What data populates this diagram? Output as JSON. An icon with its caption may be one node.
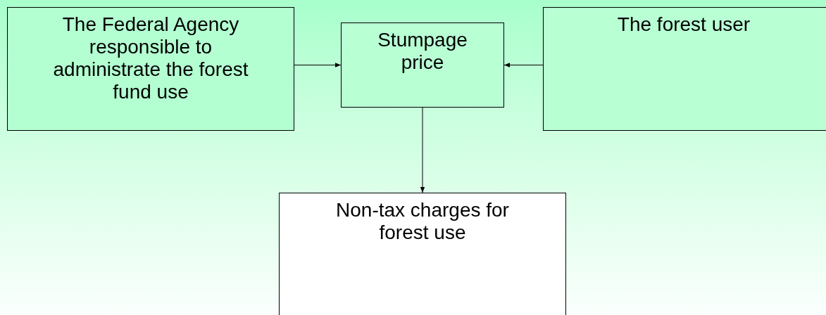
{
  "diagram": {
    "nodes": [
      {
        "text": [
          "The Federal Agency responsible to administrate the forest fund use"
        ]
      },
      {
        "text": [
          "Stumpage price"
        ]
      },
      {
        "text": [
          "The forest user"
        ]
      },
      {
        "text": [
          "Non-tax charges for forest use"
        ]
      }
    ],
    "edges": [
      {
        "from": 0,
        "to": 1,
        "arrow": "to"
      },
      {
        "from": 2,
        "to": 1,
        "arrow": "to"
      },
      {
        "from": 1,
        "to": 3,
        "arrow": "to"
      }
    ]
  }
}
